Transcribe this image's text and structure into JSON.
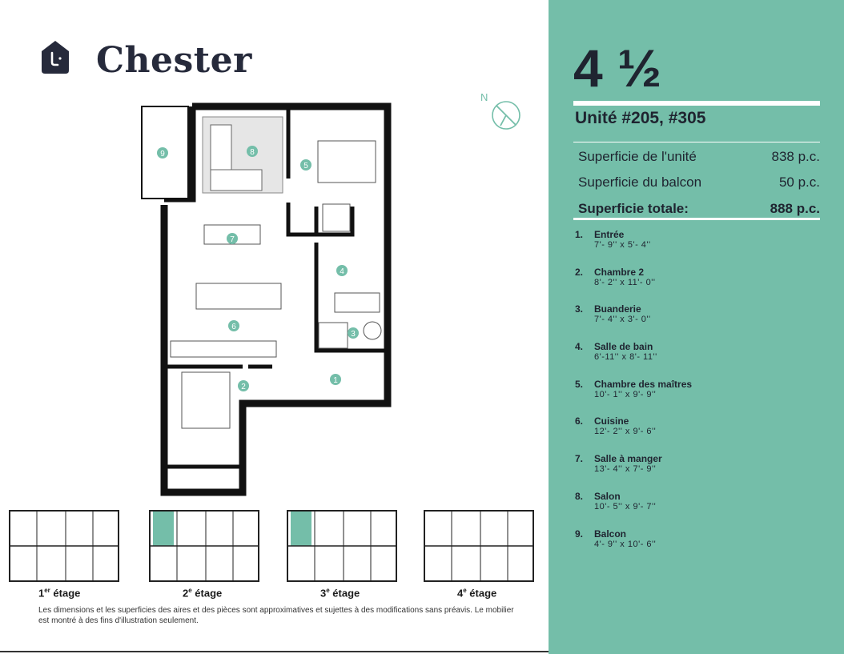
{
  "brand": {
    "name": "Chester",
    "logo_icon": "house-logo-icon"
  },
  "compass": {
    "label": "N"
  },
  "floorplan": {
    "room_markers": [
      "1",
      "2",
      "3",
      "4",
      "5",
      "6",
      "7",
      "8",
      "9"
    ],
    "accent": "#74bea9"
  },
  "floors": [
    {
      "label": "1",
      "suffix": "er",
      "rest": " étage",
      "highlighted": false
    },
    {
      "label": "2",
      "suffix": "e",
      "rest": " étage",
      "highlighted": true
    },
    {
      "label": "3",
      "suffix": "e",
      "rest": " étage",
      "highlighted": true
    },
    {
      "label": "4",
      "suffix": "e",
      "rest": " étage",
      "highlighted": false
    }
  ],
  "disclaimer": "Les dimensions et les superficies des aires et des pièces sont approximatives et sujettes à des modifications sans préavis. Le mobilier est montré à des fins d'illustration seulement.",
  "unit_type": "4 ½",
  "unit_numbers": "Unité #205, #305",
  "areas": [
    {
      "label": "Superficie de l'unité",
      "value": "838 p.c."
    },
    {
      "label": "Superficie du balcon",
      "value": "50 p.c."
    },
    {
      "label": "Superficie totale:",
      "value": "888 p.c."
    }
  ],
  "rooms": [
    {
      "num": "1.",
      "name": "Entrée",
      "dim": "7'- 9'' x 5'- 4''"
    },
    {
      "num": "2.",
      "name": "Chambre 2",
      "dim": "8'- 2'' x 11'- 0''"
    },
    {
      "num": "3.",
      "name": "Buanderie",
      "dim": "7'- 4'' x  3'- 0''"
    },
    {
      "num": "4.",
      "name": "Salle de bain",
      "dim": "6'-11'' x 8'- 11''"
    },
    {
      "num": "5.",
      "name": "Chambre des maîtres",
      "dim": "10'- 1'' x 9'- 9''"
    },
    {
      "num": "6.",
      "name": "Cuisine",
      "dim": "12'- 2'' x  9'- 6''"
    },
    {
      "num": "7.",
      "name": "Salle à manger",
      "dim": "13'- 4'' x 7'- 9''"
    },
    {
      "num": "8.",
      "name": "Salon",
      "dim": "10'- 5'' x 9'- 7''"
    },
    {
      "num": "9.",
      "name": "Balcon",
      "dim": "4'- 9'' x 10'- 6''"
    }
  ],
  "colors": {
    "panel": "#74bea9",
    "ink": "#262a3b"
  }
}
